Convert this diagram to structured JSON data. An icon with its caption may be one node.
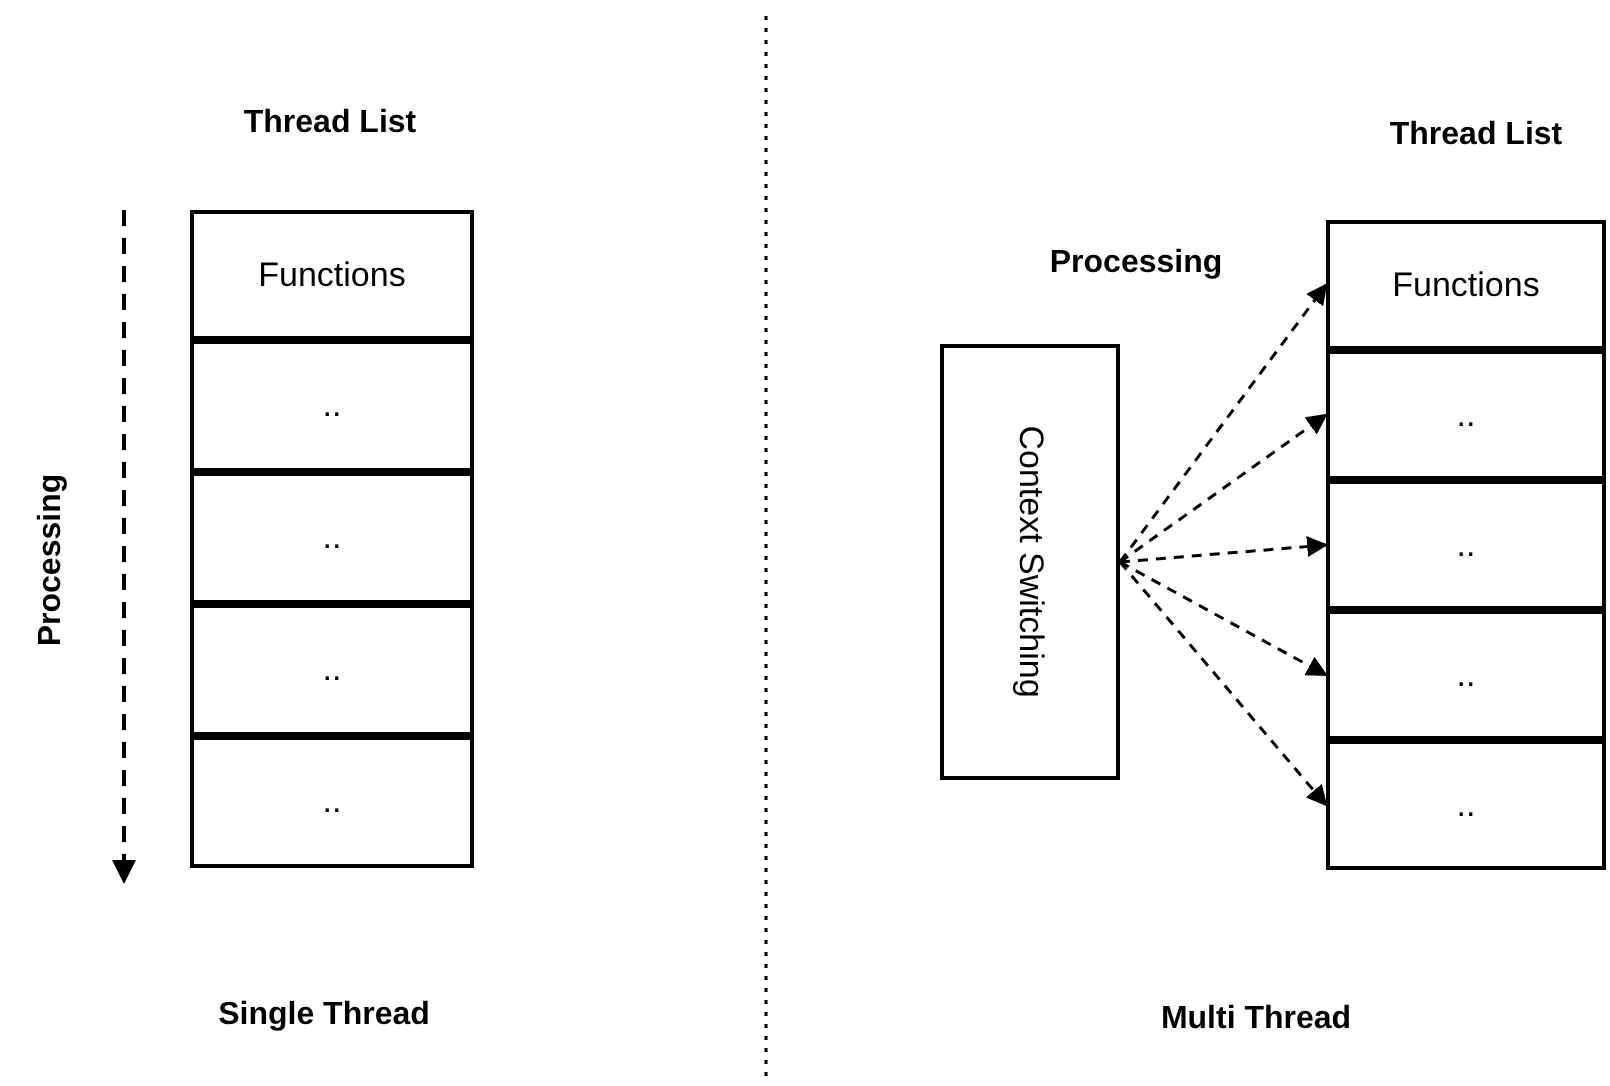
{
  "diagram": {
    "nodes": [
      {
        "text": [
          "Functions"
        ]
      },
      {
        "text": [
          ".."
        ]
      },
      {
        "text": [
          ".."
        ]
      },
      {
        "text": [
          ".."
        ]
      },
      {
        "text": [
          ".."
        ]
      },
      {
        "text": [
          "Context Switching"
        ]
      },
      {
        "text": [
          "Functions"
        ]
      },
      {
        "text": [
          ".."
        ]
      },
      {
        "text": [
          ".."
        ]
      },
      {
        "text": [
          ".."
        ]
      },
      {
        "text": [
          ".."
        ]
      }
    ],
    "edges": [
      {
        "from": 5,
        "to": 6,
        "arrow": "to",
        "style": "dashed"
      },
      {
        "from": 5,
        "to": 7,
        "arrow": "to",
        "style": "dashed"
      },
      {
        "from": 5,
        "to": 8,
        "arrow": "to",
        "style": "dashed"
      },
      {
        "from": 5,
        "to": 9,
        "arrow": "to",
        "style": "dashed"
      },
      {
        "from": 5,
        "to": 10,
        "arrow": "to",
        "style": "dashed"
      }
    ],
    "labels": [
      "Thread List",
      "Processing",
      "Single Thread",
      "Thread List",
      "Processing",
      "Multi Thread"
    ]
  }
}
